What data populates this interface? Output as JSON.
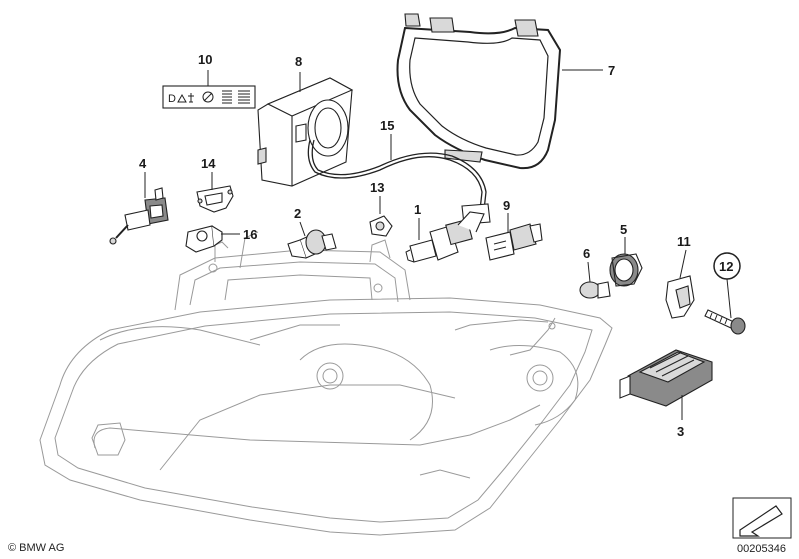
{
  "callouts": [
    {
      "id": "1",
      "label": "1"
    },
    {
      "id": "2",
      "label": "2"
    },
    {
      "id": "3",
      "label": "3"
    },
    {
      "id": "4",
      "label": "4"
    },
    {
      "id": "5",
      "label": "5"
    },
    {
      "id": "6",
      "label": "6"
    },
    {
      "id": "7",
      "label": "7"
    },
    {
      "id": "8",
      "label": "8"
    },
    {
      "id": "9",
      "label": "9"
    },
    {
      "id": "10",
      "label": "10"
    },
    {
      "id": "11",
      "label": "11"
    },
    {
      "id": "12",
      "label": "12"
    },
    {
      "id": "13",
      "label": "13"
    },
    {
      "id": "14",
      "label": "14"
    },
    {
      "id": "15",
      "label": "15"
    },
    {
      "id": "16",
      "label": "16"
    }
  ],
  "warning_label": {
    "text": "D"
  },
  "footer": {
    "copyright": "© BMW AG",
    "diagram_number": "00205346"
  }
}
